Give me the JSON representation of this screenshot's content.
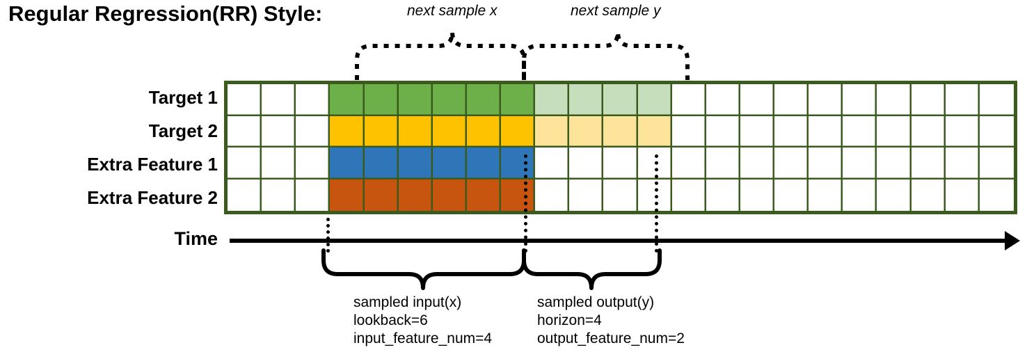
{
  "title": "Regular Regression(RR) Style:",
  "rows": [
    {
      "label": "Target 1",
      "name": "target-1"
    },
    {
      "label": "Target 2",
      "name": "target-2"
    },
    {
      "label": "Extra Feature 1",
      "name": "extra-feature-1"
    },
    {
      "label": "Extra Feature 2",
      "name": "extra-feature-2"
    }
  ],
  "axis": {
    "label": "Time"
  },
  "annotations": {
    "next_sample_x": "next sample x",
    "next_sample_y": "next sample y"
  },
  "captions": {
    "input": {
      "line1": "sampled input(x)",
      "line2": "lookback=6",
      "line3": "input_feature_num=4"
    },
    "output": {
      "line1": "sampled output(y)",
      "line2": "horizon=4",
      "line3": "output_feature_num=2"
    }
  },
  "colors": {
    "border": "#3a5a1e",
    "empty": "#ffffff",
    "target1_input": "#6daf48",
    "target1_output": "#c6debb",
    "target2_input": "#ffc200",
    "target2_output": "#fde49a",
    "feature1_input": "#2e76b8",
    "feature2_input": "#c7550f",
    "axis": "#000000",
    "guide": "#000000"
  },
  "chart_data": {
    "type": "heatmap",
    "title": "Regular Regression(RR) Style:",
    "columns": 23,
    "rows": 4,
    "row_labels": [
      "Target 1",
      "Target 2",
      "Extra Feature 1",
      "Extra Feature 2"
    ],
    "lookback": 6,
    "horizon": 4,
    "input_feature_num": 4,
    "output_feature_num": 2,
    "input_start_col": 4,
    "input_end_col": 9,
    "output_start_col": 10,
    "output_end_col": 13,
    "grid": [
      [
        "empty",
        "empty",
        "empty",
        "target1_input",
        "target1_input",
        "target1_input",
        "target1_input",
        "target1_input",
        "target1_input",
        "target1_output",
        "target1_output",
        "target1_output",
        "target1_output",
        "empty",
        "empty",
        "empty",
        "empty",
        "empty",
        "empty",
        "empty",
        "empty",
        "empty",
        "empty"
      ],
      [
        "empty",
        "empty",
        "empty",
        "target2_input",
        "target2_input",
        "target2_input",
        "target2_input",
        "target2_input",
        "target2_input",
        "target2_output",
        "target2_output",
        "target2_output",
        "target2_output",
        "empty",
        "empty",
        "empty",
        "empty",
        "empty",
        "empty",
        "empty",
        "empty",
        "empty",
        "empty"
      ],
      [
        "empty",
        "empty",
        "empty",
        "feature1_input",
        "feature1_input",
        "feature1_input",
        "feature1_input",
        "feature1_input",
        "feature1_input",
        "empty",
        "empty",
        "empty",
        "empty",
        "empty",
        "empty",
        "empty",
        "empty",
        "empty",
        "empty",
        "empty",
        "empty",
        "empty",
        "empty"
      ],
      [
        "empty",
        "empty",
        "empty",
        "feature2_input",
        "feature2_input",
        "feature2_input",
        "feature2_input",
        "feature2_input",
        "feature2_input",
        "empty",
        "empty",
        "empty",
        "empty",
        "empty",
        "empty",
        "empty",
        "empty",
        "empty",
        "empty",
        "empty",
        "empty",
        "empty",
        "empty"
      ]
    ]
  }
}
